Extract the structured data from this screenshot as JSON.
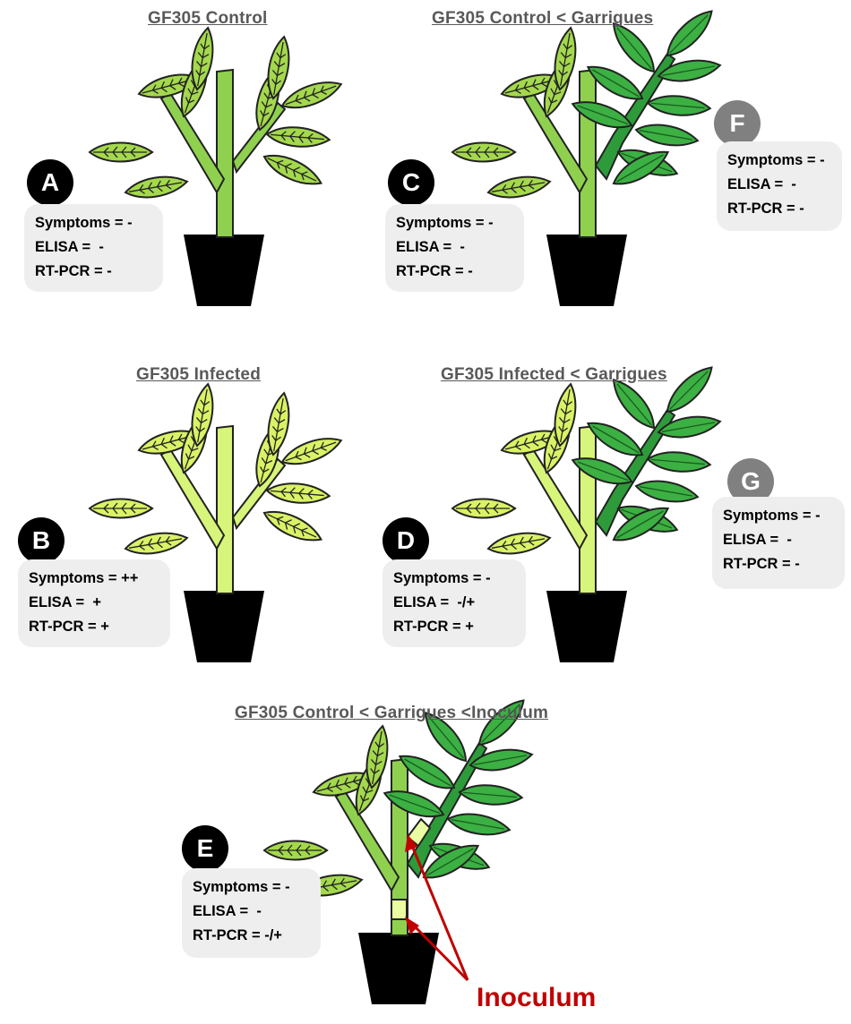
{
  "panels": [
    {
      "id": "A",
      "title": "GF305 Control",
      "symptoms": "Symptoms = -",
      "elisa": "ELISA =  -",
      "rtpcr": "RT-PCR = -"
    },
    {
      "id": "B",
      "title": "GF305 Infected",
      "symptoms": "Symptoms = ++",
      "elisa": "ELISA =  +",
      "rtpcr": "RT-PCR = +"
    },
    {
      "id": "C",
      "title": "GF305 Control < Garrigues",
      "symptoms": "Symptoms = -",
      "elisa": "ELISA =  -",
      "rtpcr": "RT-PCR = -"
    },
    {
      "id": "D",
      "title": "GF305 Infected < Garrigues",
      "symptoms": "Symptoms = -",
      "elisa": "ELISA =  -/+",
      "rtpcr": "RT-PCR = +"
    },
    {
      "id": "E",
      "title": "GF305 Control < Garrigues <Inoculum",
      "symptoms": "Symptoms = -",
      "elisa": "ELISA =  -",
      "rtpcr": "RT-PCR = -/+"
    },
    {
      "id": "F",
      "title": "",
      "symptoms": "Symptoms = -",
      "elisa": "ELISA =  -",
      "rtpcr": "RT-PCR = -"
    },
    {
      "id": "G",
      "title": "",
      "symptoms": "Symptoms = -",
      "elisa": "ELISA =  -",
      "rtpcr": "RT-PCR = -"
    }
  ],
  "inoculum_label": "Inoculum",
  "colors": {
    "control_green": "#8fd14f",
    "infected_green": "#d7f57a",
    "garrigues_green": "#2e9b3a",
    "pot": "#000000",
    "arrow": "#c00000",
    "badge_dark": "#000000",
    "badge_grey": "#808080",
    "card_bg": "#eeeeee"
  }
}
